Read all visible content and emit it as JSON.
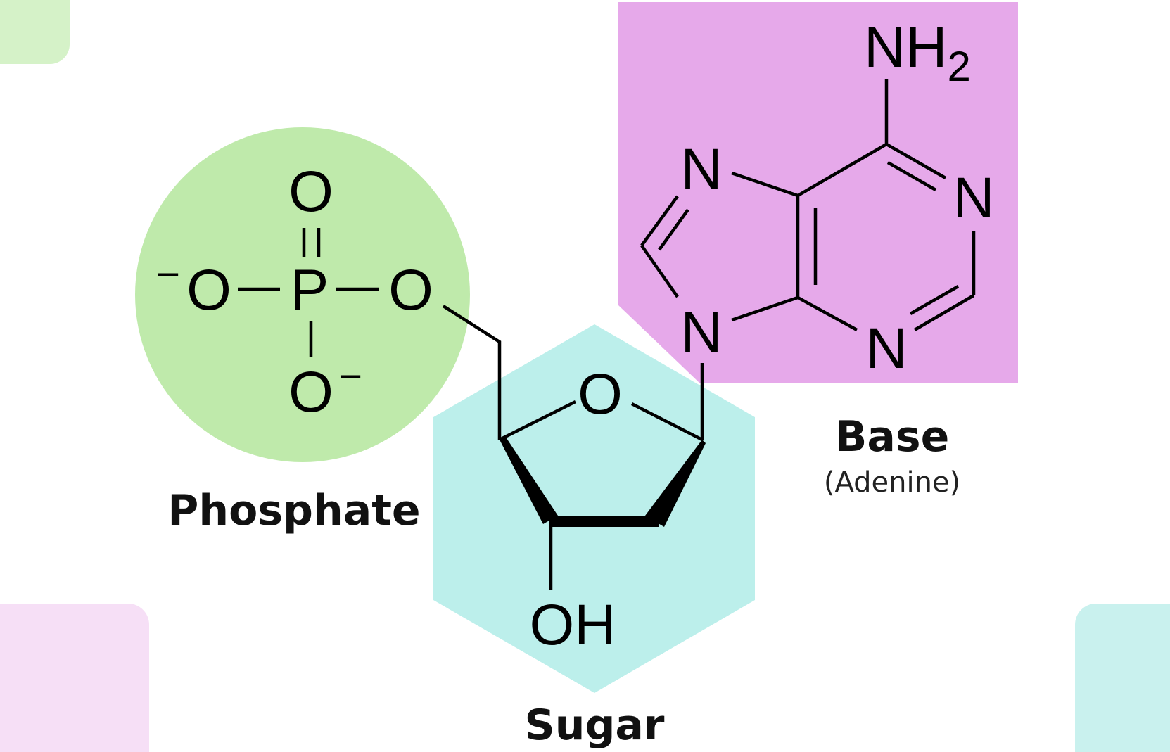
{
  "labels": {
    "phosphate": "Phosphate",
    "sugar": "Sugar",
    "base": "Base",
    "base_name": "(Adenine)"
  },
  "atoms": {
    "phosphate_top_o": "O",
    "phosphorus": "P",
    "phosphate_left_o": "O",
    "phosphate_left_charge": "−",
    "phosphate_right_o": "O",
    "phosphate_bottom_o": "O",
    "phosphate_bottom_charge": "−",
    "ring_o": "O",
    "hydroxyl": "OH",
    "amine_nh": "NH",
    "amine_sub": "2",
    "n_imidazole_top": "N",
    "n_imidazole_bottom": "N",
    "n_pyrimidine_right": "N",
    "n_pyrimidine_bottom": "N"
  },
  "colors": {
    "phosphate": "#bfeaab",
    "sugar": "#bcefeb",
    "base": "#e6a9ea",
    "deco_green": "#d5f2c8",
    "deco_pink": "#f6dff6",
    "deco_teal": "#c9f1ee"
  }
}
